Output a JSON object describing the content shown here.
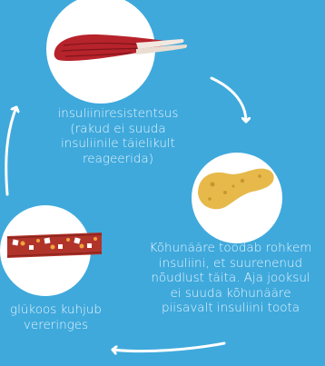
{
  "colors": {
    "background": "#3FA9DC",
    "circle": "#FFFFFF",
    "text": "#E8F5FD",
    "muscle": "#B7232B",
    "pancreas": "#E6B94A",
    "vessel": "#B1342B"
  },
  "steps": [
    {
      "icon": "muscle-icon",
      "lines": [
        "insuliiniresistentsus",
        "(rakud ei suuda",
        "insuliinile täielikult",
        "reageerida)"
      ]
    },
    {
      "icon": "pancreas-icon",
      "lines": [
        "Kõhunääre toodab rohkem",
        "insuliini, et suurenenud",
        "nõudlust täita. Aja jooksul",
        "ei suuda kõhunääre",
        "piisavalt insuliini toota"
      ]
    },
    {
      "icon": "blood-vessel-icon",
      "lines": [
        "glükoos kuhjub",
        "vereringes"
      ]
    }
  ]
}
